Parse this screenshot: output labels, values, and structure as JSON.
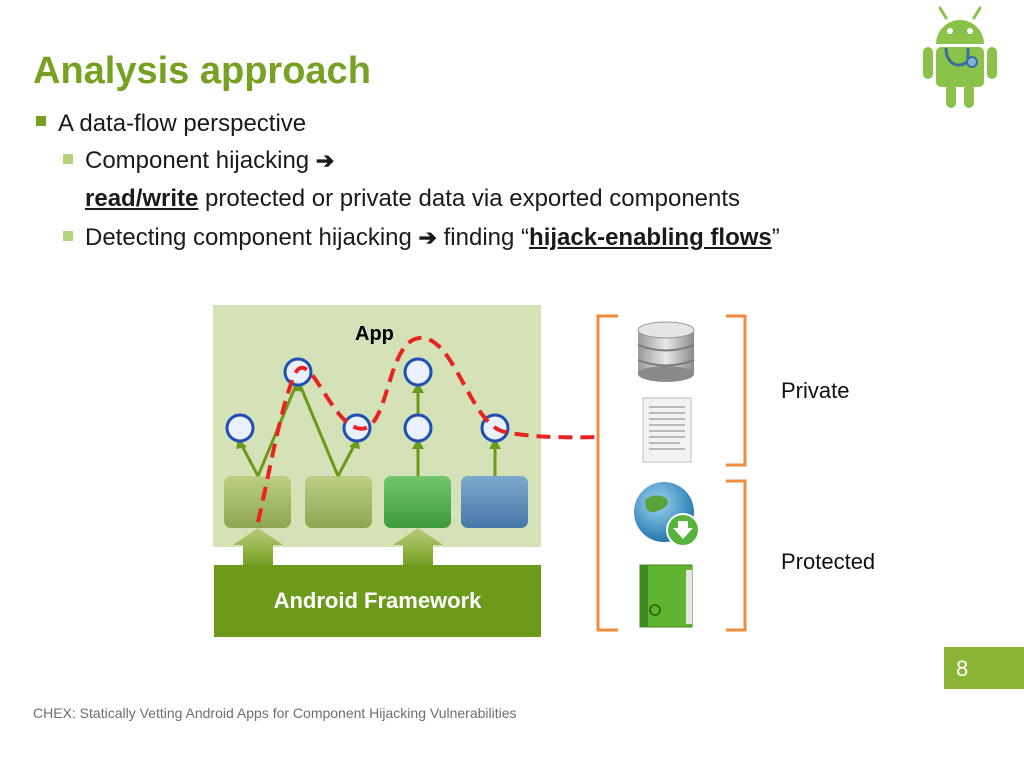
{
  "slide": {
    "title": "Analysis approach",
    "bullets": {
      "b1": "A data-flow perspective",
      "b2a": "Component hijacking",
      "b2a_arrow": "➔",
      "b2b_bold": "read/write",
      "b2b_rest": " protected or private data via exported components",
      "b3_pre": "Detecting component hijacking ",
      "b3_arrow": "➔",
      "b3_mid": " finding “",
      "b3_bold": "hijack-enabling flows",
      "b3_post": "”"
    },
    "footer": "CHEX: Statically Vetting Android Apps for Component Hijacking Vulnerabilities",
    "page_number": "8"
  },
  "diagram": {
    "app_label": "App",
    "framework_label": "Android Framework",
    "private_label": "Private",
    "protected_label": "Protected"
  },
  "icons": {
    "logo": "android-doctor-icon",
    "database": "database-icon",
    "document": "document-icon",
    "globe": "globe-download-icon",
    "contacts": "contacts-book-icon"
  },
  "colors": {
    "accent": "#76a123",
    "footer_box": "#8bb437",
    "flow": "#e8231f",
    "bracket": "#f08a3c",
    "node": "#1f4fb5"
  }
}
